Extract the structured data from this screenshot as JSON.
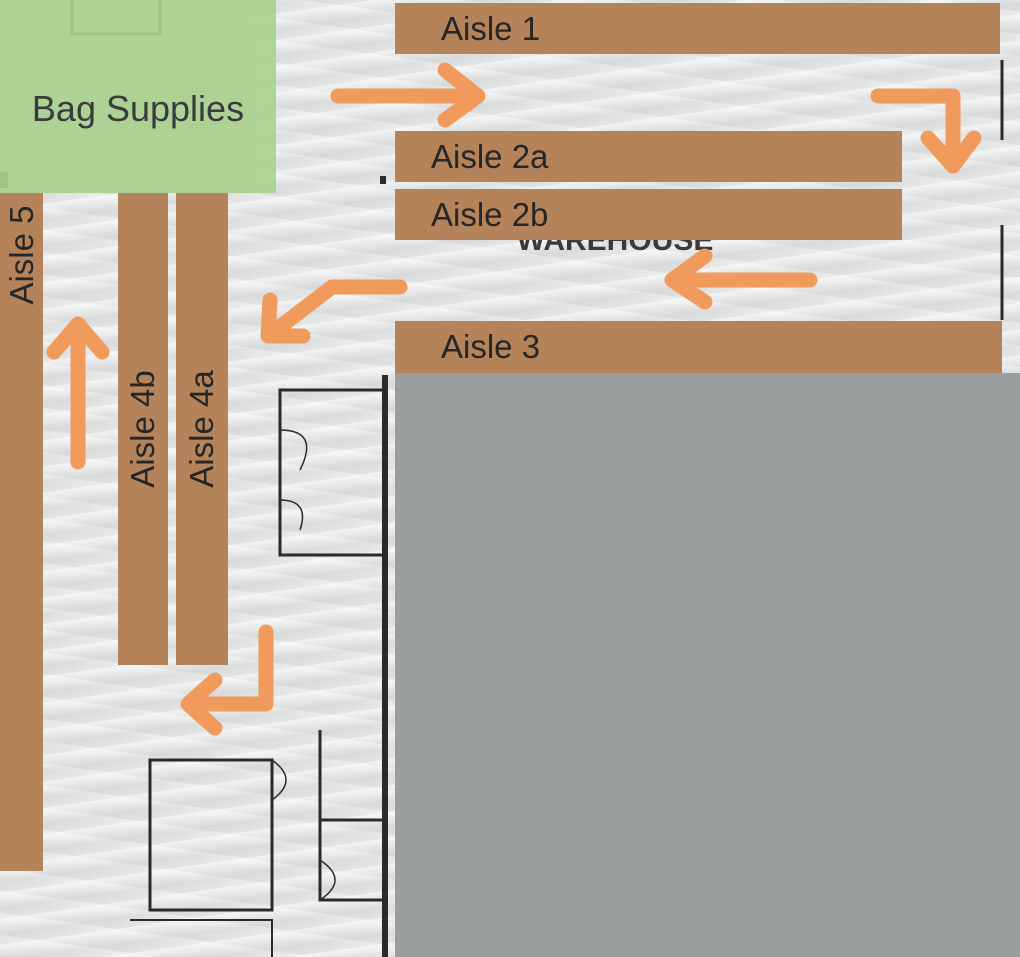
{
  "zone": {
    "label": "Bag Supplies",
    "color": "#a9d18e"
  },
  "aisles": {
    "aisle_1": "Aisle 1",
    "aisle_2a": "Aisle 2a",
    "aisle_2b": "Aisle 2b",
    "aisle_3": "Aisle 3",
    "aisle_4a": "Aisle 4a",
    "aisle_4b": "Aisle 4b",
    "aisle_5": "Aisle 5",
    "color": "#b5835a"
  },
  "background_text": "WAREHOUSE",
  "arrows": {
    "color": "#f09a5c",
    "icons": [
      "arrow-right-icon",
      "arrow-down-icon",
      "arrow-left-icon",
      "arrow-down-left-icon",
      "arrow-up-icon",
      "arrow-left-icon"
    ]
  },
  "blocked_area": {
    "color": "#9b9e9f"
  }
}
